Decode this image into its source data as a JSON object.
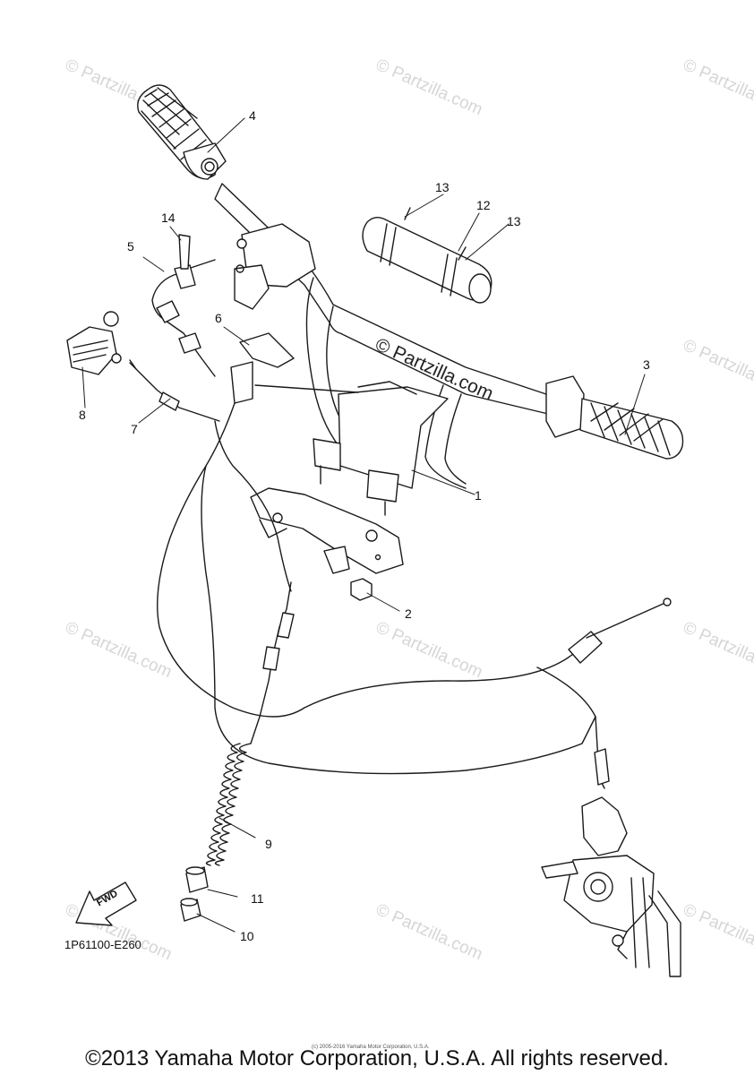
{
  "watermarks": {
    "text": "© Partzilla.com",
    "center_text": "© Partzilla.com"
  },
  "callouts": [
    "1",
    "2",
    "3",
    "4",
    "5",
    "6",
    "7",
    "8",
    "9",
    "10",
    "11",
    "12",
    "13",
    "13",
    "14"
  ],
  "drawing_code": "1P61100-E260",
  "fwd_label": "FWD",
  "copyright_small": "(c) 2005-2016 Yamaha Motor Corporation, U.S.A.",
  "copyright": "©2013 Yamaha Motor Corporation, U.S.A. All rights reserved.",
  "colors": {
    "line": "#1a1a1a",
    "fill": "#ffffff",
    "watermark": "#d6d6d6"
  }
}
